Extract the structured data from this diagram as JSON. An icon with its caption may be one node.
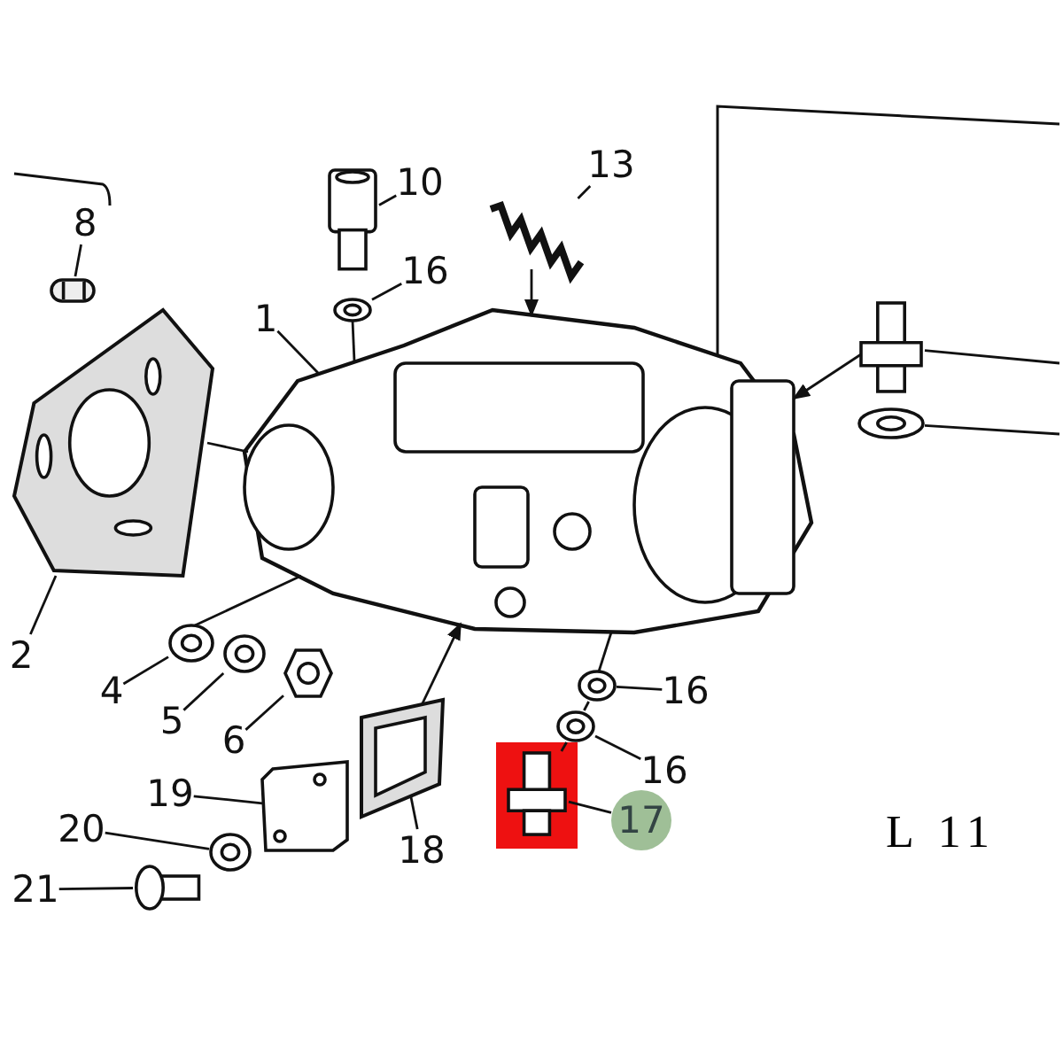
{
  "diagram": {
    "nodes": [
      {
        "text": [
          "10"
        ]
      },
      {
        "text": [
          "13"
        ]
      },
      {
        "text": [
          "8"
        ]
      },
      {
        "text": [
          "16"
        ]
      },
      {
        "text": [
          "1"
        ]
      },
      {
        "text": [
          "2"
        ]
      },
      {
        "text": [
          "4"
        ]
      },
      {
        "text": [
          "5"
        ]
      },
      {
        "text": [
          "6"
        ]
      },
      {
        "text": [
          "19"
        ]
      },
      {
        "text": [
          "20"
        ]
      },
      {
        "text": [
          "21"
        ]
      },
      {
        "text": [
          "18"
        ]
      },
      {
        "text": [
          "16"
        ]
      },
      {
        "text": [
          "16"
        ]
      },
      {
        "text": [
          "17"
        ]
      },
      {
        "text": [],
        "shape": "picture"
      },
      {
        "text": [],
        "shape": "picture"
      },
      {
        "text": [],
        "shape": "picture"
      },
      {
        "text": [],
        "shape": "picture"
      },
      {
        "text": [],
        "shape": "picture"
      },
      {
        "text": [],
        "shape": "picture"
      },
      {
        "text": [],
        "shape": "picture"
      },
      {
        "text": [],
        "shape": "picture"
      },
      {
        "text": [],
        "shape": "picture"
      },
      {
        "text": [],
        "shape": "picture"
      },
      {
        "text": [],
        "shape": "picture"
      },
      {
        "text": [],
        "shape": "picture"
      },
      {
        "text": [],
        "shape": "picture"
      },
      {
        "text": [],
        "shape": "picture"
      },
      {
        "text": [],
        "shape": "picture"
      },
      {
        "text": [],
        "shape": "picture"
      },
      {
        "text": [],
        "shape": "picture"
      },
      {
        "text": [],
        "shape": "picture"
      }
    ],
    "edges": [
      {
        "from": 0,
        "to": 18,
        "arrow": "none"
      },
      {
        "from": 1,
        "to": 20,
        "arrow": "none"
      },
      {
        "from": 20,
        "to": 21,
        "arrow": "to"
      },
      {
        "from": 2,
        "to": 17,
        "arrow": "none"
      },
      {
        "from": 3,
        "to": 19,
        "arrow": "none"
      },
      {
        "from": 19,
        "to": 21,
        "arrow": "none"
      },
      {
        "from": 4,
        "to": 21,
        "arrow": "none"
      },
      {
        "from": 5,
        "to": 16,
        "arrow": "none"
      },
      {
        "from": 16,
        "to": 21,
        "arrow": "none"
      },
      {
        "from": 6,
        "to": 22,
        "arrow": "none"
      },
      {
        "from": 7,
        "to": 23,
        "arrow": "none"
      },
      {
        "from": 8,
        "to": 24,
        "arrow": "none"
      },
      {
        "from": 22,
        "to": 21,
        "arrow": "none"
      },
      {
        "from": 9,
        "to": 25,
        "arrow": "none"
      },
      {
        "from": 10,
        "to": 27,
        "arrow": "none"
      },
      {
        "from": 11,
        "to": 28,
        "arrow": "none"
      },
      {
        "from": 12,
        "to": 26,
        "arrow": "none"
      },
      {
        "from": 26,
        "to": 21,
        "arrow": "to"
      },
      {
        "from": 13,
        "to": 29,
        "arrow": "none"
      },
      {
        "from": 14,
        "to": 30,
        "arrow": "none"
      },
      {
        "from": 15,
        "to": 31,
        "arrow": "none"
      },
      {
        "from": 31,
        "to": 30,
        "arrow": "none"
      },
      {
        "from": 30,
        "to": 29,
        "arrow": "none"
      },
      {
        "from": 29,
        "to": 21,
        "arrow": "none"
      },
      {
        "from": 32,
        "to": 21,
        "arrow": "to"
      },
      {
        "from": 32,
        "to": null,
        "arrow": "none"
      },
      {
        "from": 33,
        "to": null,
        "arrow": "none"
      }
    ],
    "labels": [
      "L 11"
    ]
  }
}
